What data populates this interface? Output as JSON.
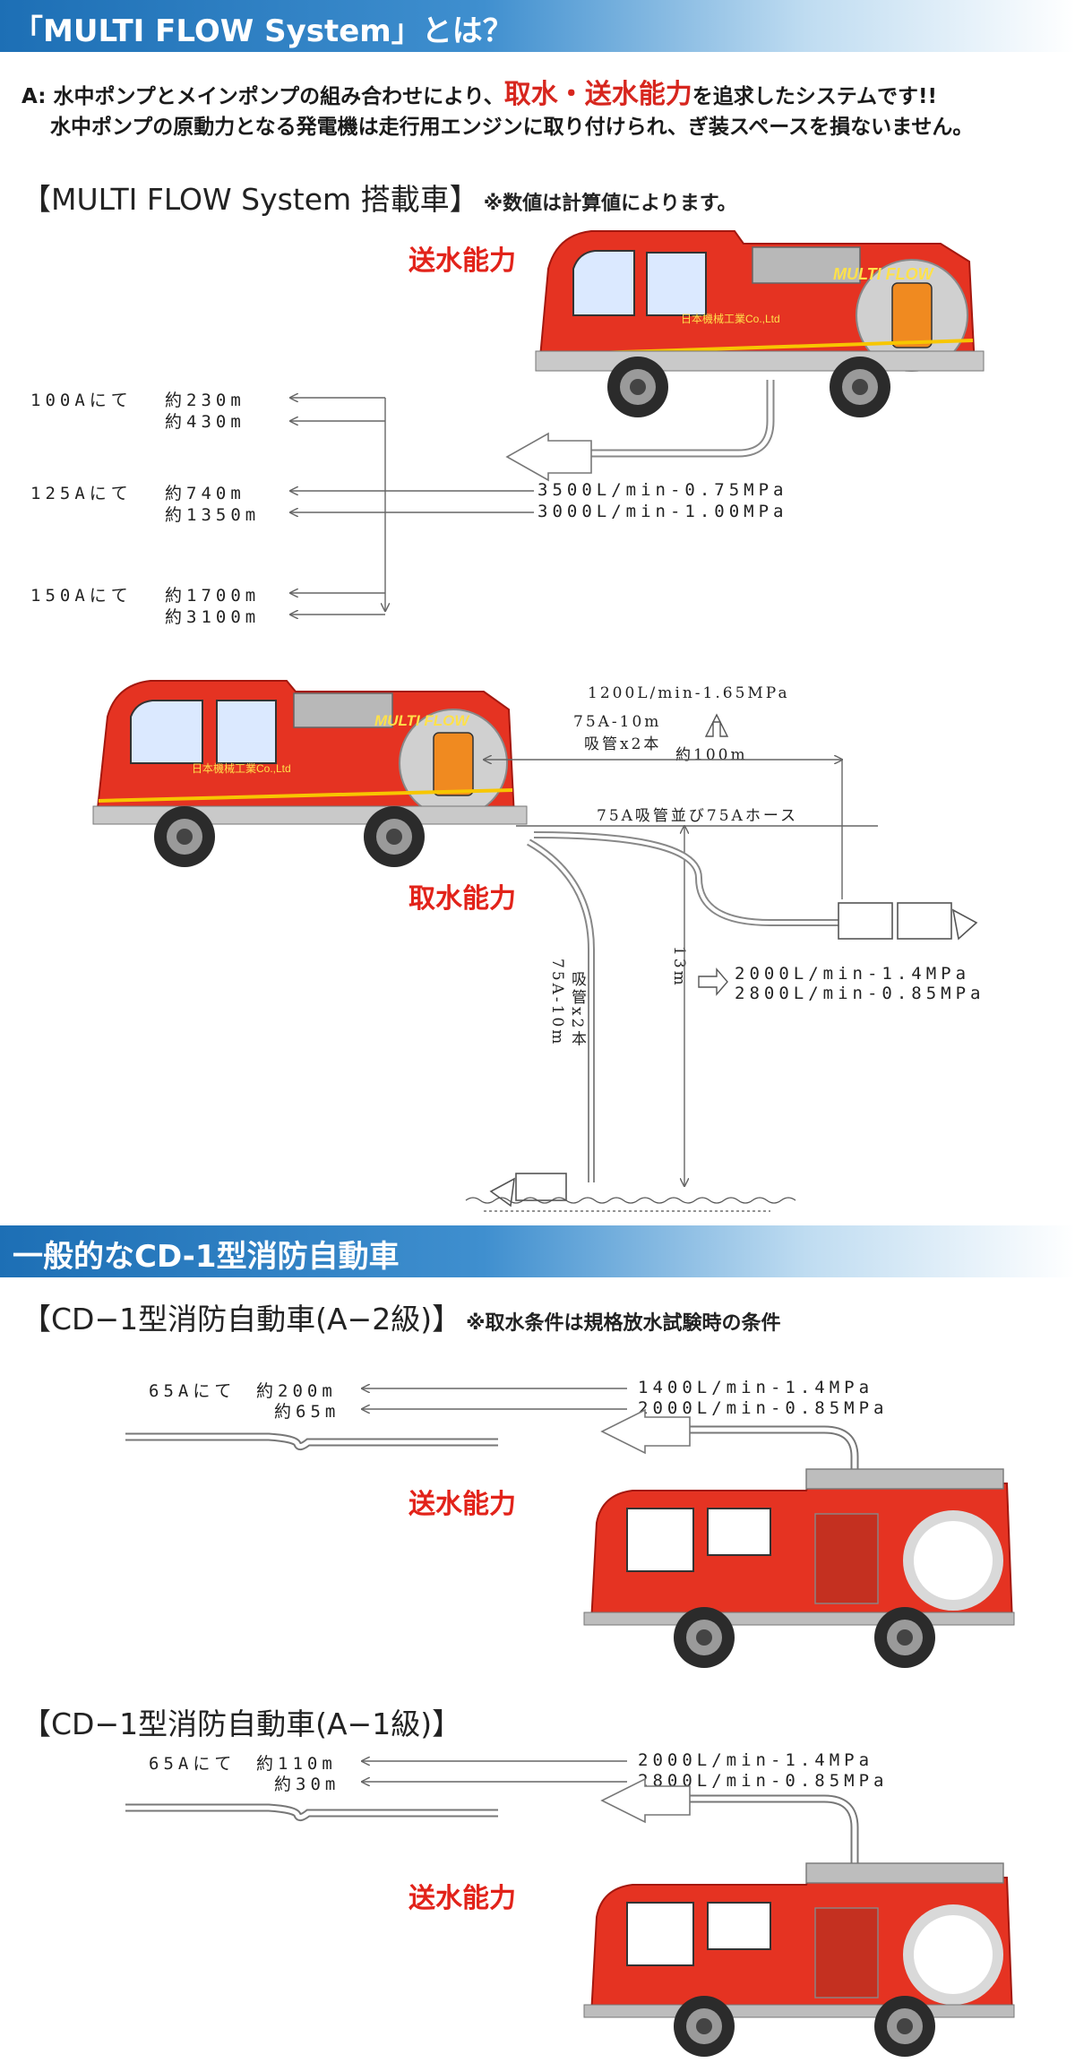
{
  "header": {
    "title": "「MULTI FLOW System」とは？"
  },
  "intro": {
    "prefix": "A:",
    "line1_before": "水中ポンプとメインポンプの組み合わせにより、",
    "line1_highlight": "取水・送水能力",
    "line1_after": "を追求したシステムです!!",
    "line2": "水中ポンプの原動力となる発電機は走行用エンジンに取り付けられ、ぎ装スペースを損ないません。"
  },
  "multiflow": {
    "title": "【MULTI FLOW System 搭載車】",
    "note": "※数値は計算値によります。",
    "delivery_label": "送水能力",
    "intake_label": "取水能力",
    "truck_brand": "MULTI FLOW",
    "truck_company": "日本機械工業Co.,Ltd",
    "distances": [
      {
        "size": "100Aにて",
        "d1": "約230m",
        "d2": "約430m"
      },
      {
        "size": "125Aにて",
        "d1": "約740m",
        "d2": "約1350m"
      },
      {
        "size": "150Aにて",
        "d1": "約1700m",
        "d2": "約3100m"
      }
    ],
    "flows": [
      "3500L/min-0.75MPa",
      "3000L/min-1.00MPa"
    ],
    "intake": {
      "top_flow": "1200L/min-1.65MPa",
      "hose_a": "75A-10m",
      "hose_a_sub": "吸管x2本",
      "distance": "約100m",
      "hose_b": "75A吸管並び75Aホース",
      "vertical_hose": "75A-10m",
      "vertical_hose_sub": "吸管x2本",
      "height": "13m",
      "flow1": "2000L/min-1.4MPa",
      "flow2": "2800L/min-0.85MPa"
    }
  },
  "general": {
    "title": "一般的なCD-1型消防自動車",
    "a2": {
      "title": "【CD−1型消防自動車(A−2級)】",
      "note": "※取水条件は規格放水試験時の条件",
      "size": "65Aにて",
      "d1": "約200m",
      "d2": "約65m",
      "flow1": "1400L/min-1.4MPa",
      "flow2": "2000L/min-0.85MPa",
      "label": "送水能力"
    },
    "a1": {
      "title": "【CD−1型消防自動車(A−1級)】",
      "size": "65Aにて",
      "d1": "約110m",
      "d2": "約30m",
      "flow1": "2000L/min-1.4MPa",
      "flow2": "2800L/min-0.85MPa",
      "label": "送水能力"
    }
  },
  "colors": {
    "banner": "#1d6fb5",
    "accent_red": "#e2231a",
    "truck_red": "#e53322",
    "line": "#666666"
  }
}
